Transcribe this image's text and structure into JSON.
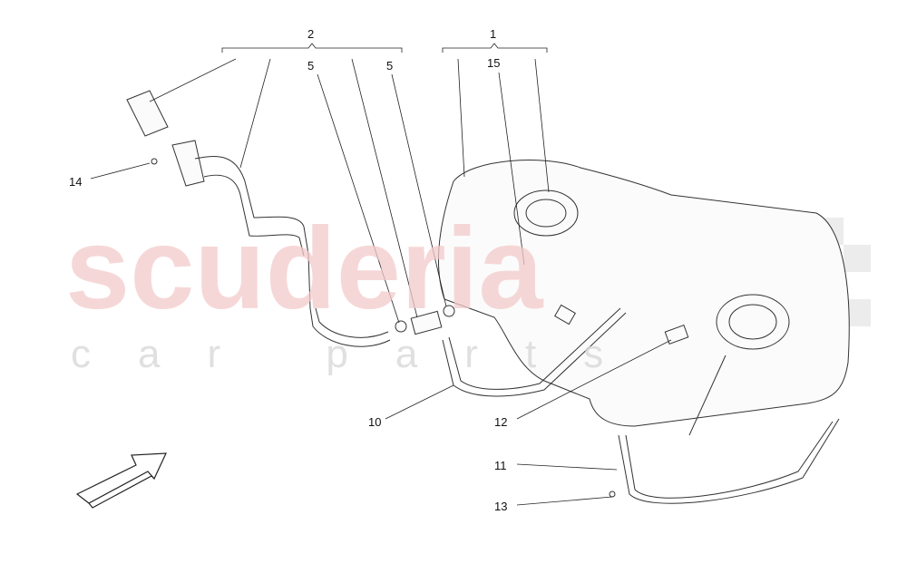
{
  "watermark": {
    "brand": "scuderia",
    "sub": "car parts"
  },
  "callouts": {
    "group_fuel_filler": "2",
    "group_tank": "1",
    "clip_a": "5",
    "clip_b": "5",
    "fuel_level_sensor": "15",
    "screw_filler": "14",
    "strap": "10",
    "pad": "12",
    "bracket": "11",
    "bolt": "13"
  },
  "icons": {
    "direction_arrow": "front-direction-arrow-icon"
  },
  "colors": {
    "watermark_red": "#f3c9c9",
    "watermark_checker": "#e8e8e8",
    "line": "#222222"
  }
}
